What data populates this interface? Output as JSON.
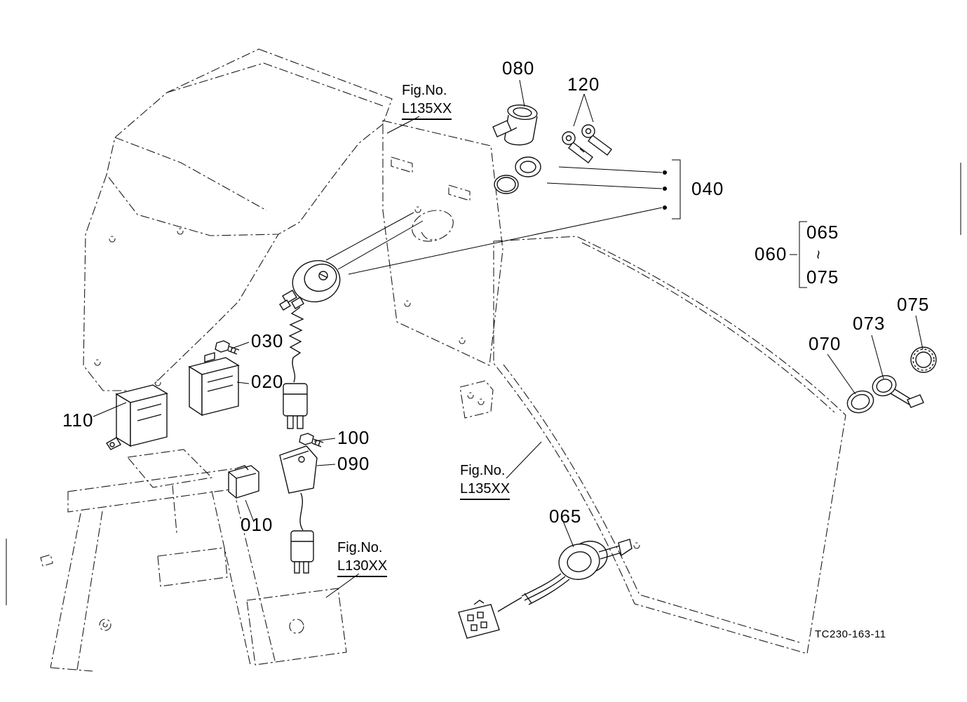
{
  "meta": {
    "drawing_code": "TC230-163-11",
    "line_color": "#111111",
    "background": "#ffffff"
  },
  "callouts": {
    "c010": "010",
    "c020": "020",
    "c030": "030",
    "c040": "040",
    "c060": "060",
    "c065": "065",
    "c070": "070",
    "c073": "073",
    "c075": "075",
    "c080": "080",
    "c090": "090",
    "c100": "100",
    "c110": "110",
    "c120": "120"
  },
  "range_group": {
    "top": "065",
    "tilde": "~",
    "bottom": "075"
  },
  "fig_refs": {
    "top": {
      "line1": "Fig.No.",
      "line2": "L135XX"
    },
    "middle": {
      "line1": "Fig.No.",
      "line2": "L135XX"
    },
    "bottom": {
      "line1": "Fig.No.",
      "line2": "L130XX"
    }
  }
}
